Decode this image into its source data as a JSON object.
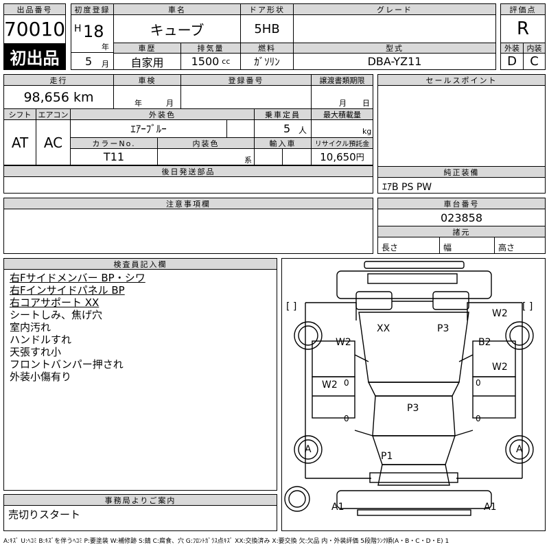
{
  "lot": {
    "label": "出品番号",
    "number": "70010",
    "first_listing": "初出品"
  },
  "registration": {
    "label": "初度登録",
    "era": "H",
    "year": "18",
    "year_unit": "年",
    "month": "5",
    "month_unit": "月"
  },
  "car_name": {
    "label": "車名",
    "value": "キューブ"
  },
  "door": {
    "label": "ドア形状",
    "value": "5HB"
  },
  "grade": {
    "label": "グレード",
    "value": ""
  },
  "score": {
    "label": "評価点",
    "value": "R"
  },
  "history": {
    "label": "車歴",
    "value": "自家用"
  },
  "displacement": {
    "label": "排気量",
    "value": "1500",
    "unit": "cc"
  },
  "fuel": {
    "label": "燃料",
    "value": "ｶﾞｿﾘﾝ"
  },
  "model": {
    "label": "型式",
    "value": "DBA-YZ11"
  },
  "exterior_grade": {
    "label": "外装",
    "value": "D"
  },
  "interior_grade": {
    "label": "内装",
    "value": "C"
  },
  "mileage": {
    "label": "走行",
    "value": "98,656 km"
  },
  "inspection": {
    "label": "車検",
    "year_unit": "年",
    "month_unit": "月"
  },
  "reg_number": {
    "label": "登録番号"
  },
  "transfer": {
    "label": "譲渡書類期限",
    "month_unit": "月",
    "day_unit": "日"
  },
  "sales_points": {
    "label": "セールスポイント"
  },
  "shift": {
    "label": "シフト",
    "value": "AT"
  },
  "aircon": {
    "label": "エアコン",
    "value": "AC"
  },
  "ext_color": {
    "label": "外装色",
    "value": "ｴｱｰﾌﾞﾙｰ"
  },
  "capacity": {
    "label": "乗車定員",
    "value": "5",
    "unit": "人"
  },
  "max_load": {
    "label": "最大積載量",
    "unit": "kg"
  },
  "color_no": {
    "label": "カラーNo.",
    "value": "T11"
  },
  "int_color": {
    "label": "内装色",
    "unit": "系"
  },
  "import": {
    "label": "輸入車"
  },
  "recycle": {
    "label": "リサイクル預託金",
    "value": "10,650",
    "unit": "円"
  },
  "later_parts": {
    "label": "後日発送部品"
  },
  "equipment": {
    "label": "純正装備",
    "value": "ｴｱB PS PW"
  },
  "notes": {
    "label": "注意事項欄"
  },
  "chassis": {
    "label": "車台番号",
    "value": "023858"
  },
  "dims": {
    "label": "諸元",
    "length": "長さ",
    "width": "幅",
    "height": "高さ"
  },
  "inspector": {
    "label": "検査員記入欄",
    "lines": [
      "右Fサイドメンバー BP・シワ",
      "右Fインサイドパネル BP",
      "右コアサポート XX",
      "シートしみ、焦げ穴",
      "室内汚れ",
      "ハンドルすれ",
      "天張すれ小",
      "フロントバンパー押され",
      "外装小傷有り"
    ]
  },
  "office": {
    "label": "事務局よりご案内",
    "value": "売切りスタート"
  },
  "legend": "A:ｷｽﾞ U:ﾍｺﾐ B:ｷｽﾞを伴うﾍｺﾐ P:要塗装 W:補修跡 S:錆 C:腐食、穴 G:ﾌﾛﾝﾄｶﾞﾗｽ点ｷｽﾞ XX:交換済み X:要交換 欠:欠品 内・外装評価 5段階ﾗﾝｸ順(A・B・C・D・E) 1",
  "diagram_marks": {
    "xx": "XX",
    "p3_top": "P3",
    "w2_tr": "W2",
    "w2_l1": "W2",
    "b2": "B2",
    "w2_r": "W2",
    "w2_l2": "W2",
    "zero_l1": "0",
    "zero_l2": "0",
    "zero_r1": "0",
    "zero_r2": "0",
    "p3_mid": "P3",
    "a_l": "A",
    "a_r": "A",
    "p1": "P1",
    "a1_l": "A1",
    "a1_r": "A1",
    "br_l": "[     ]",
    "br_r": "[     ]"
  }
}
